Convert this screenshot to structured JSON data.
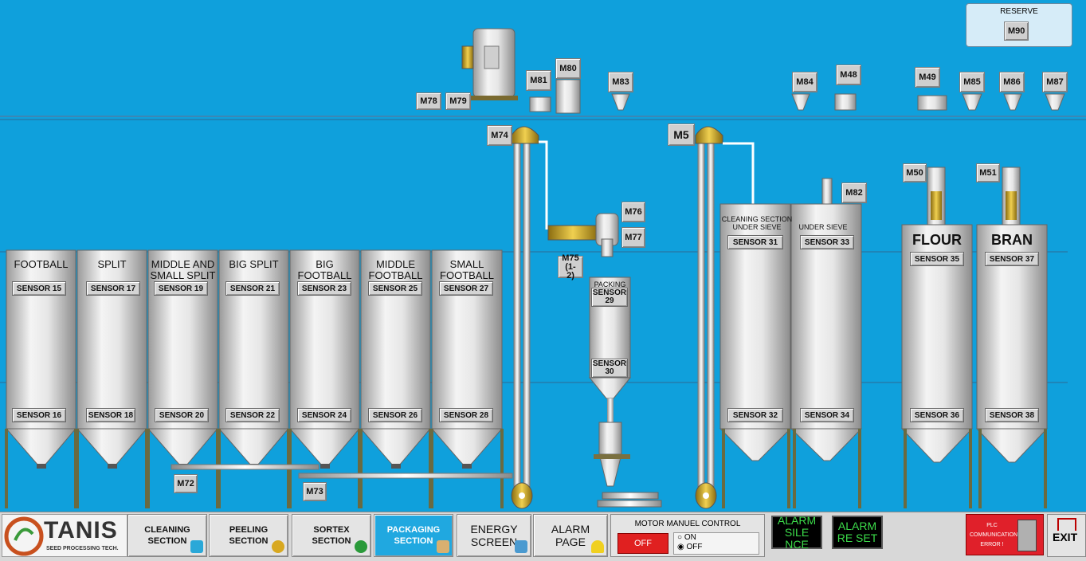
{
  "reserve": {
    "title": "RESERVE",
    "motor": "M90"
  },
  "motors": {
    "m78": "M78",
    "m79": "M79",
    "m81": "M81",
    "m80": "M80",
    "m83": "M83",
    "m84": "M84",
    "m48": "M48",
    "m49": "M49",
    "m85": "M85",
    "m86": "M86",
    "m87": "M87",
    "m74": "M74",
    "m5": "M5",
    "m76": "M76",
    "m77": "M77",
    "m75a": "M75",
    "m75b": "(1-2)",
    "m82": "M82",
    "m50": "M50",
    "m51": "M51",
    "m72": "M72",
    "m73": "M73"
  },
  "silos": [
    {
      "l1": "FOOTBALL",
      "l2": "",
      "top": "SENSOR 15",
      "bot": "SENSOR 16"
    },
    {
      "l1": "SPLIT",
      "l2": "",
      "top": "SENSOR 17",
      "bot": "SENSOR 18"
    },
    {
      "l1": "MIDDLE AND",
      "l2": "SMALL SPLIT",
      "top": "SENSOR 19",
      "bot": "SENSOR 20"
    },
    {
      "l1": "BIG SPLIT",
      "l2": "",
      "top": "SENSOR 21",
      "bot": "SENSOR 22"
    },
    {
      "l1": "BIG",
      "l2": "FOOTBALL",
      "top": "SENSOR 23",
      "bot": "SENSOR 24"
    },
    {
      "l1": "MIDDLE",
      "l2": "FOOTBALL",
      "top": "SENSOR 25",
      "bot": "SENSOR 26"
    },
    {
      "l1": "SMALL",
      "l2": "FOOTBALL",
      "top": "SENSOR 27",
      "bot": "SENSOR 28"
    }
  ],
  "packing": {
    "label": "PACKING",
    "s1a": "SENSOR",
    "s1b": "29",
    "s2a": "SENSOR",
    "s2b": "30"
  },
  "right_silos": {
    "cleaning": {
      "l1": "CLEANING SECTION",
      "l2": "UNDER SIEVE",
      "top": "SENSOR 31",
      "bot": "SENSOR 32"
    },
    "under": {
      "l1": "UNDER SIEVE",
      "top": "SENSOR 33",
      "bot": "SENSOR 34"
    },
    "flour": {
      "l1": "FLOUR",
      "top": "SENSOR 35",
      "bot": "SENSOR 36"
    },
    "bran": {
      "l1": "BRAN",
      "top": "SENSOR 37",
      "bot": "SENSOR 38"
    }
  },
  "footer": {
    "logo": "TANIS",
    "logo_sub": "SEED PROCESSING TECH.",
    "cleaning": [
      "CLEANING",
      "SECTION"
    ],
    "peeling": [
      "PEELING",
      "SECTION"
    ],
    "sortex": [
      "SORTEX",
      "SECTION"
    ],
    "packaging": [
      "PACKAGING",
      "SECTION"
    ],
    "energy": [
      "ENERGY",
      "SCREEN"
    ],
    "alarm": [
      "ALARM",
      "PAGE"
    ],
    "motor_title": "MOTOR MANUEL CONTROL",
    "off_btn": "OFF",
    "on_opt": "ON",
    "off_opt": "OFF",
    "alarm_silence": [
      "ALARM",
      "SILE NCE"
    ],
    "alarm_reset": [
      "ALARM",
      "RE SET"
    ],
    "plc": [
      "PLC",
      "COMMUNICATION",
      "ERROR !"
    ],
    "exit": "EXIT"
  },
  "colors": {
    "background": "#0fa0dc",
    "active_tab": "#20a8e0",
    "alarm_text": "#3cdc4a",
    "plc_error": "#e0202a",
    "off_button": "#e02020"
  }
}
